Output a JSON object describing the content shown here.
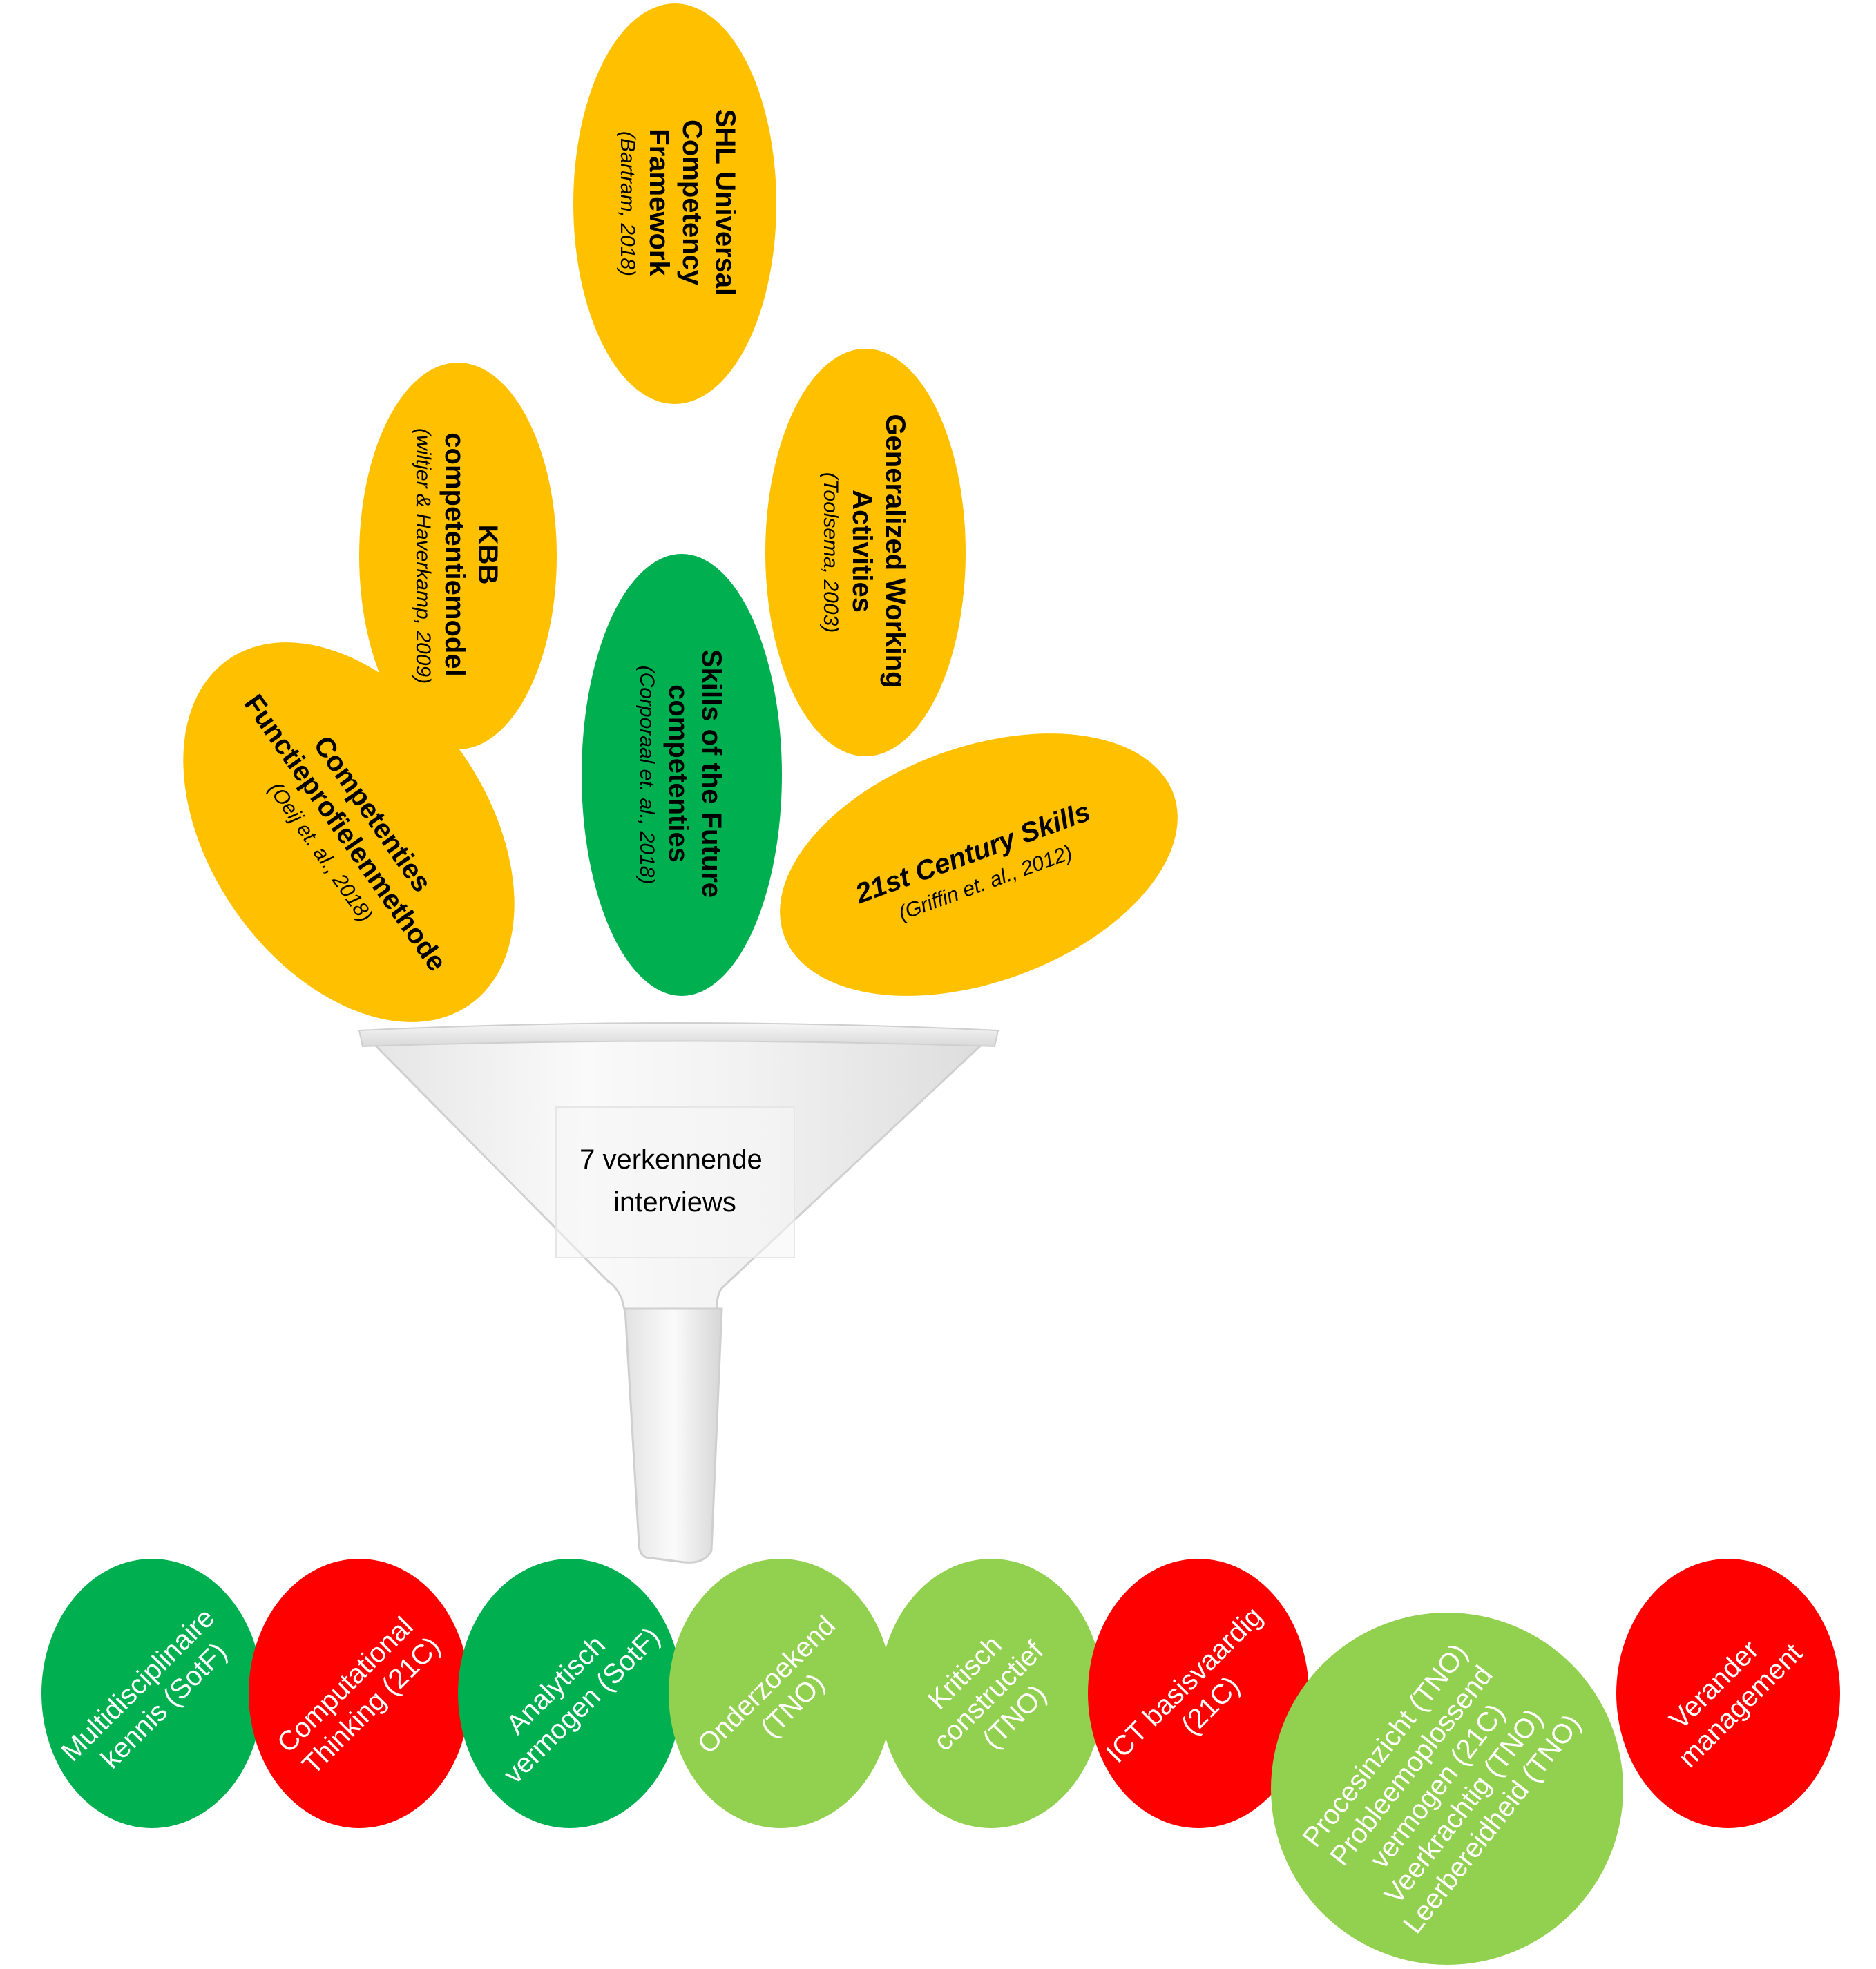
{
  "colors": {
    "source_orange": "#FFC000",
    "source_green": "#00B050",
    "outcome_dark_green": "#00B050",
    "outcome_light_green": "#92D050",
    "outcome_red": "#FF0000"
  },
  "sources": [
    {
      "title_lines": [
        "SHL Universal",
        "Competency",
        "Framework"
      ],
      "cite": "(Bartram, 2018)"
    },
    {
      "title_lines": [
        "KBB",
        "competentiemodel"
      ],
      "cite": "(wiltjer & Haverkamp, 2009)"
    },
    {
      "title_lines": [
        "Generalized Working",
        "Activities"
      ],
      "cite": "(Toolsema, 2003)"
    },
    {
      "title_lines": [
        "Skills of the Future",
        "competenties"
      ],
      "cite": "(Corporaal et. al., 2018)"
    },
    {
      "title_lines": [
        "Competenties",
        "Functieprofielenmethode"
      ],
      "cite": "(Oeij et. al., 2018)"
    },
    {
      "title_lines": [
        "21st Century Skills"
      ],
      "cite": "(Griffin et. al., 2012)"
    }
  ],
  "funnel": {
    "label_lines": [
      "7 verkennende",
      "interviews"
    ]
  },
  "outcomes": [
    {
      "lines": [
        "Multidisciplinaire",
        "kennis (SotF)"
      ]
    },
    {
      "lines": [
        "Computational",
        "Thinking (21C)"
      ]
    },
    {
      "lines": [
        "Analytisch",
        "vermogen (SotF)"
      ]
    },
    {
      "lines": [
        "Onderzoekend",
        "(TNO)"
      ]
    },
    {
      "lines": [
        "Kritisch",
        "constructief",
        "(TNO)"
      ]
    },
    {
      "lines": [
        "ICT basisvaardig",
        "(21C)"
      ]
    },
    {
      "lines": [
        "Procesinzicht (TNO)",
        "Probleemoplossend",
        "vermogen (21C)",
        "Veerkrachtig (TNO)",
        "Leerbereidheid (TNO)"
      ]
    },
    {
      "lines": [
        "Verander",
        "management"
      ]
    }
  ]
}
